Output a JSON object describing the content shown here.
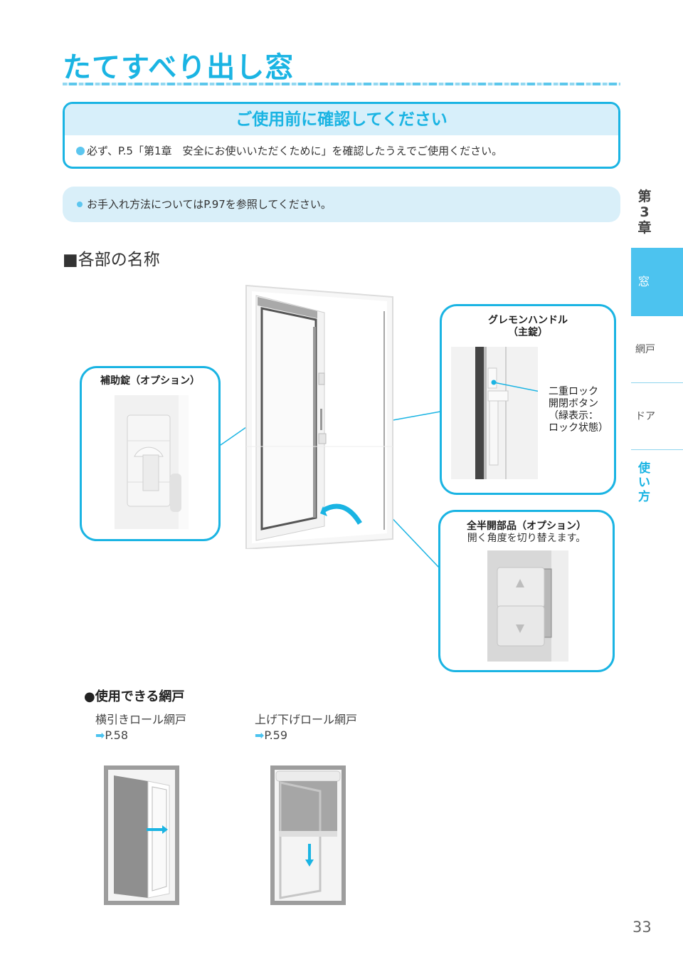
{
  "page": {
    "title": "たてすべり出し窓",
    "page_number": "33"
  },
  "confirm": {
    "heading": "ご使用前に確認してください",
    "text": "必ず、P.5「第1章　安全にお使いいただくために」を確認したうえでご使用ください。"
  },
  "care": {
    "text": "お手入れ方法についてはP.97を参照してください。"
  },
  "parts": {
    "heading": "■各部の名称",
    "aux_lock": {
      "label": "補助錠（オプション）"
    },
    "handle": {
      "label_line1": "グレモンハンドル",
      "label_line2": "（主錠）",
      "button_note": [
        "二重ロック",
        "開閉ボタン",
        "（緑表示：",
        "ロック状態）"
      ]
    },
    "stopper": {
      "label": "全半開部品（オプション）",
      "description": "開く角度を切り替えます。"
    }
  },
  "screens": {
    "heading": "●使用できる網戸",
    "items": [
      {
        "name": "横引きロール網戸",
        "arrow": "➡",
        "ref": "P.58"
      },
      {
        "name": "上げ下げロール網戸",
        "arrow": "➡",
        "ref": "P.59"
      }
    ]
  },
  "sidebar": {
    "chapter": [
      "第",
      "3",
      "章"
    ],
    "tabs": [
      {
        "label": "窓",
        "active": true
      },
      {
        "label": "網戸",
        "active": false
      },
      {
        "label": "ドア",
        "active": false
      },
      {
        "label_lines": [
          "使",
          "い",
          "方"
        ],
        "active": false
      }
    ]
  },
  "colors": {
    "accent": "#1ab4e3",
    "accent_light": "#d7effa",
    "tab_active": "#4cc3ef",
    "text": "#333333"
  }
}
